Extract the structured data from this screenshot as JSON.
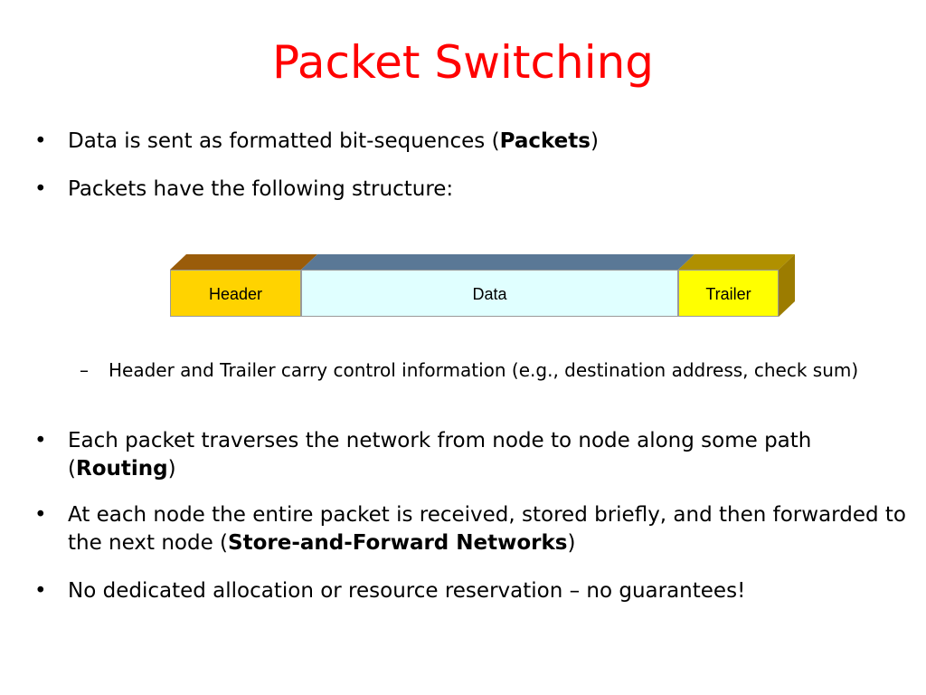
{
  "title": "Packet Switching",
  "bullets": {
    "b1": {
      "dot": "•",
      "before": "Data is sent as formatted bit-sequences (",
      "bold": "Packets",
      "after": ")"
    },
    "b2": {
      "dot": "•",
      "text": "Packets have the following structure:"
    },
    "sub1": {
      "dash": "–",
      "text": "Header and Trailer carry control information (e.g., destination address, check sum)"
    },
    "b3": {
      "dot": "•",
      "before": "Each packet traverses the network from node to node along some path (",
      "bold": "Routing",
      "after": ")"
    },
    "b4": {
      "dot": "•",
      "before": "At each node the entire packet is received, stored briefly, and then forwarded to the next node (",
      "bold": "Store-and-Forward Networks",
      "after": ")"
    },
    "b5": {
      "dot": "•",
      "text": "No dedicated allocation or resource reservation – no guarantees!"
    }
  },
  "packet": {
    "header": "Header",
    "data": "Data",
    "trailer": "Trailer",
    "colors": {
      "header_fill": "#ffd300",
      "header_top": "#9a5c0a",
      "data_fill": "#e0ffff",
      "data_top": "#5a7896",
      "trailer_fill": "#ffff00",
      "trailer_top": "#b09000",
      "trailer_side": "#9c7c00"
    }
  }
}
